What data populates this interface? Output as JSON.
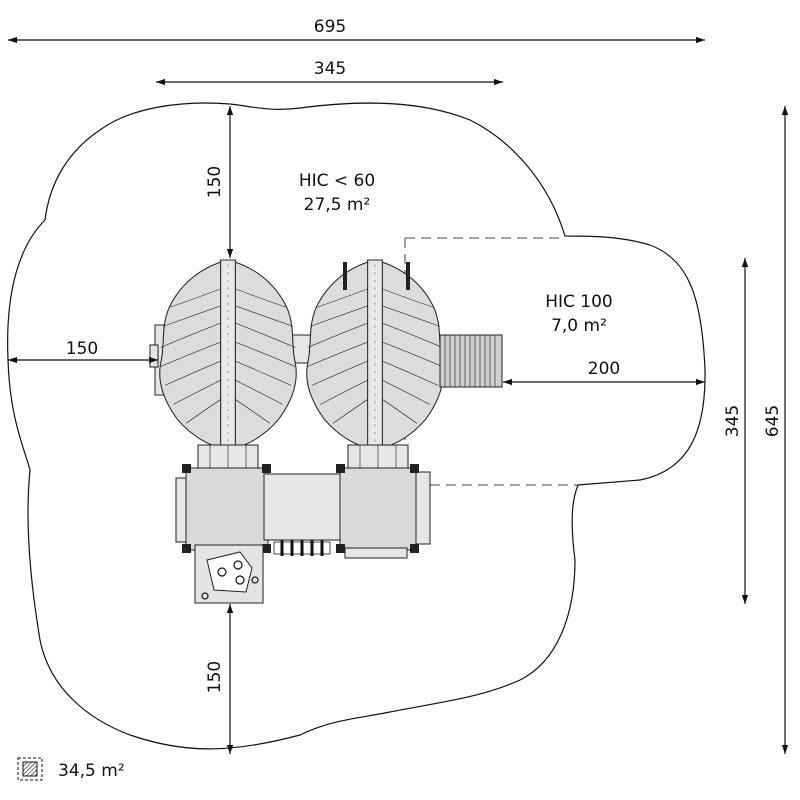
{
  "dimensions": {
    "overall_width": "695",
    "equipment_width": "345",
    "top_clearance": "150",
    "left_clearance": "150",
    "bottom_clearance": "150",
    "slide_clearance": "200",
    "zone_depth": "345",
    "overall_depth": "645"
  },
  "zones": {
    "main": {
      "label": "HIC < 60",
      "area": "27,5 m²"
    },
    "slide": {
      "label": "HIC 100",
      "area": "7,0 m²"
    }
  },
  "legend": {
    "icon": "hatched-square-icon",
    "total_area": "34,5 m²"
  }
}
